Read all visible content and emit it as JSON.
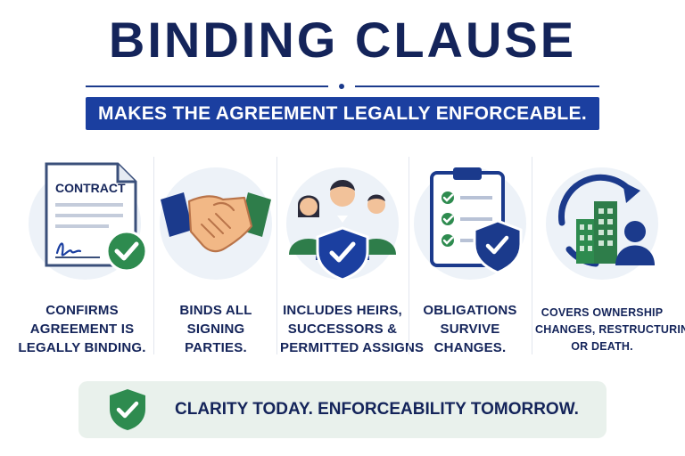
{
  "header": {
    "title": "BINDING CLAUSE",
    "subtitle": "MAKES THE AGREEMENT LEGALLY ENFORCEABLE."
  },
  "columns": [
    {
      "icon": "contract-document-icon",
      "icon_label": "CONTRACT",
      "lines": [
        "CONFIRMS",
        "AGREEMENT IS",
        "LEGALLY BINDING."
      ]
    },
    {
      "icon": "handshake-icon",
      "lines": [
        "BINDS ALL",
        "SIGNING",
        "PARTIES."
      ]
    },
    {
      "icon": "people-shield-icon",
      "lines": [
        "INCLUDES HEIRS,",
        "SUCCESSORS &",
        "PERMITTED ASSIGNS"
      ]
    },
    {
      "icon": "clipboard-shield-icon",
      "lines": [
        "OBLIGATIONS",
        "SURVIVE",
        "CHANGES."
      ]
    },
    {
      "icon": "building-cycle-icon",
      "lines": [
        "COVERS OWNERSHIP",
        "CHANGES, RESTRUCTURING",
        "OR DEATH."
      ]
    }
  ],
  "footer": {
    "icon": "shield-check-icon",
    "text": "CLARITY TODAY. ENFORCEABILITY TOMORROW."
  },
  "colors": {
    "navy": "#14245a",
    "blue": "#1b3fa0",
    "green": "#2e8b4f",
    "light_bg": "#edf2f8",
    "footer_bg": "#e9f1ec"
  }
}
